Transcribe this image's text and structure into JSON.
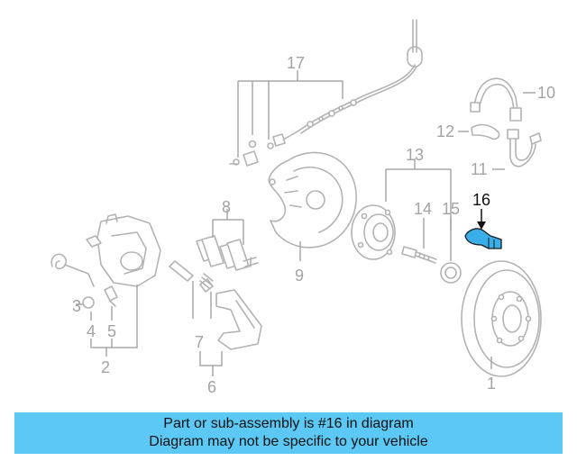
{
  "callouts": {
    "c1": "1",
    "c2": "2",
    "c3": "3",
    "c4": "4",
    "c5": "5",
    "c6": "6",
    "c7": "7",
    "c8": "8",
    "c9": "9",
    "c10": "10",
    "c11": "11",
    "c12": "12",
    "c13": "13",
    "c14": "14",
    "c15": "15",
    "c16": "16",
    "c17": "17"
  },
  "highlight": {
    "part": "16",
    "color": "#3aaee8"
  },
  "banner": {
    "line1": "Part or sub-assembly is #16 in diagram",
    "line2": "Diagram may not be specific to your vehicle",
    "color": "#5bc8f5"
  }
}
